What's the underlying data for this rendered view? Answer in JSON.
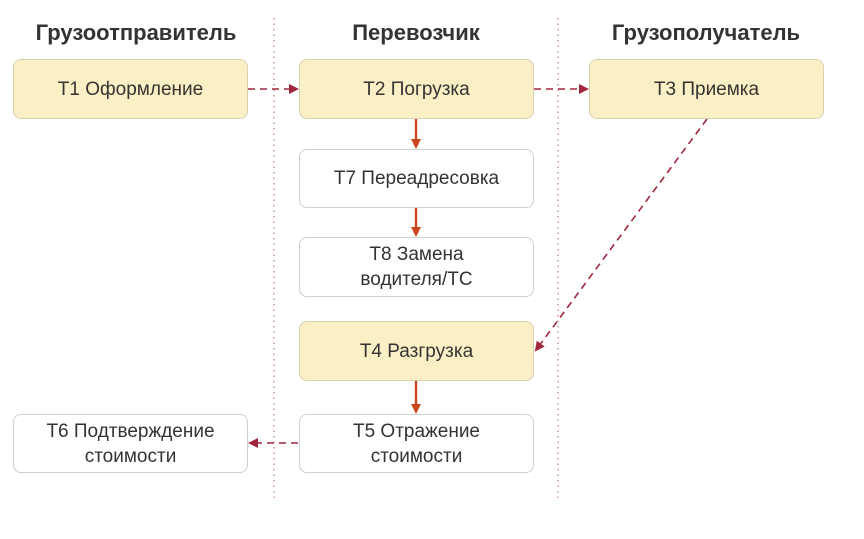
{
  "columns": {
    "shipper": "Грузоотправитель",
    "carrier": "Перевозчик",
    "consignee": "Грузополучатель"
  },
  "nodes": {
    "t1": "Т1 Оформление",
    "t2": "Т2 Погрузка",
    "t3": "Т3 Приемка",
    "t7": "Т7 Переадресовка",
    "t8": "Т8 Замена водителя/ТС",
    "t4": "Т4 Разгрузка",
    "t5": "Т5 Отражение стоимости",
    "t6": "Т6 Подтверждение стоимости"
  },
  "colors": {
    "highlight_fill": "#fbefc6",
    "solid_arrow": "#c9461f",
    "dashed_arrow": "#a0263c",
    "divider": "#c27a7a"
  }
}
